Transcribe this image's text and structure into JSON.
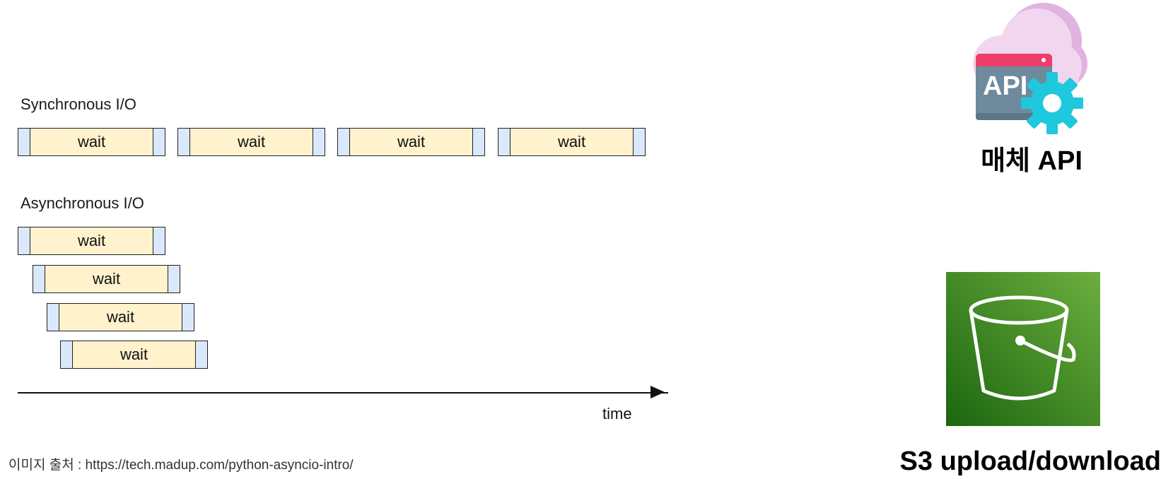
{
  "diagram": {
    "sync_label": "Synchronous I/O",
    "async_label": "Asynchronous I/O",
    "sync_boxes": [
      {
        "label": "wait"
      },
      {
        "label": "wait"
      },
      {
        "label": "wait"
      },
      {
        "label": "wait"
      }
    ],
    "async_boxes": [
      {
        "label": "wait"
      },
      {
        "label": "wait"
      },
      {
        "label": "wait"
      },
      {
        "label": "wait"
      }
    ],
    "axis_label": "time",
    "colors": {
      "wait_fill": "#fff2cc",
      "cap_fill": "#dae8fc",
      "outline": "#222222"
    }
  },
  "credit": "이미지 출처 : https://tech.madup.com/python-asyncio-intro/",
  "api": {
    "title": "매체 API",
    "icon_text": "API",
    "icon": "cloud-api-gear-icon",
    "colors": {
      "cloud": "#f1d6ef",
      "cloud_dark": "#e1b3e0",
      "window": "#6f8a9c",
      "bar": "#ef3d6b",
      "gear": "#1fc8dd"
    }
  },
  "s3": {
    "title": "S3 upload/download",
    "icon": "s3-bucket-icon",
    "colors": {
      "gradient_start": "#1b660f",
      "gradient_end": "#6cae3e"
    }
  }
}
